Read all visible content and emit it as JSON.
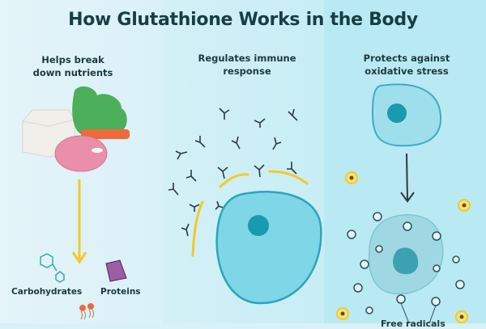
{
  "title": "How Glutathione Works in the Body",
  "sections": [
    {
      "heading_line1": "Helps break",
      "heading_line2": "down nutrients",
      "labels": {
        "carbs": "Carbohydrates",
        "proteins": "Proteins"
      }
    },
    {
      "heading_line1": "Regulates immune",
      "heading_line2": "response"
    },
    {
      "heading_line1": "Protects against",
      "heading_line2": "oxidative stress",
      "labels": {
        "bottom_cut": "Free radicals"
      }
    }
  ],
  "colors": {
    "title": "#173e43",
    "arrow_yellow": "#f3c928",
    "cell_fill": "#7fd6e6",
    "cell_stroke": "#2aa5bf",
    "nucleus": "#1a9aae"
  }
}
